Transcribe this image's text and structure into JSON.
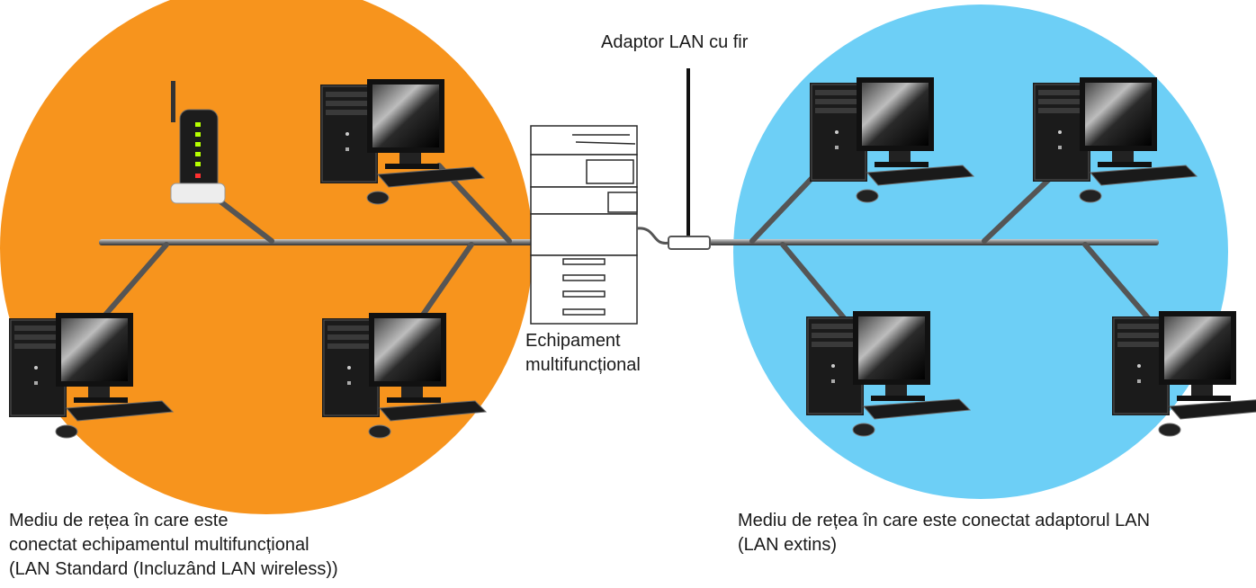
{
  "labels": {
    "adapter": "Adaptor LAN cu fir",
    "mfp_line1": "Echipament",
    "mfp_line2": "multifuncțional",
    "left_line1": "Mediu de rețea în care este",
    "left_line2": "conectat echipamentul multifuncțional",
    "left_line3": "(LAN Standard (Incluzând LAN wireless))",
    "right_line1": "Mediu de rețea în care este conectat adaptorul LAN",
    "right_line2": "(LAN extins)"
  },
  "colors": {
    "left_network": "#f7941d",
    "right_network": "#6dcff6",
    "cable": "#555555"
  },
  "icons": {
    "computer": "desktop-computer-icon",
    "router": "wireless-router-icon",
    "mfp": "multifunction-printer-icon",
    "adapter": "lan-adapter-icon"
  }
}
